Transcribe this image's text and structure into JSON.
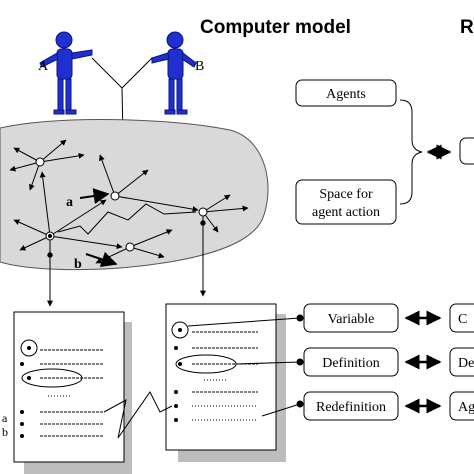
{
  "header": {
    "title": "Computer model",
    "title_right_fragment": "R"
  },
  "agents": {
    "agent_a": "A",
    "agent_b": "B"
  },
  "space": {
    "arc_label_a": "a",
    "arc_label_b": "b"
  },
  "boxes": {
    "agents": "Agents",
    "space_line1": "Space for",
    "space_line2": "agent action",
    "variable": "Variable",
    "definition": "Definition",
    "redefinition": "Redefinition"
  },
  "right_fragments": {
    "row1": "C",
    "row2": "De",
    "row3": "Ag"
  },
  "document": {
    "side_label_a": "a",
    "side_label_b": "b",
    "eq": "="
  },
  "colors": {
    "figure": "#1f2fd0",
    "space_fill": "#d9d9d9",
    "page_shadow": "#bdbdbd",
    "stroke": "#000000"
  }
}
